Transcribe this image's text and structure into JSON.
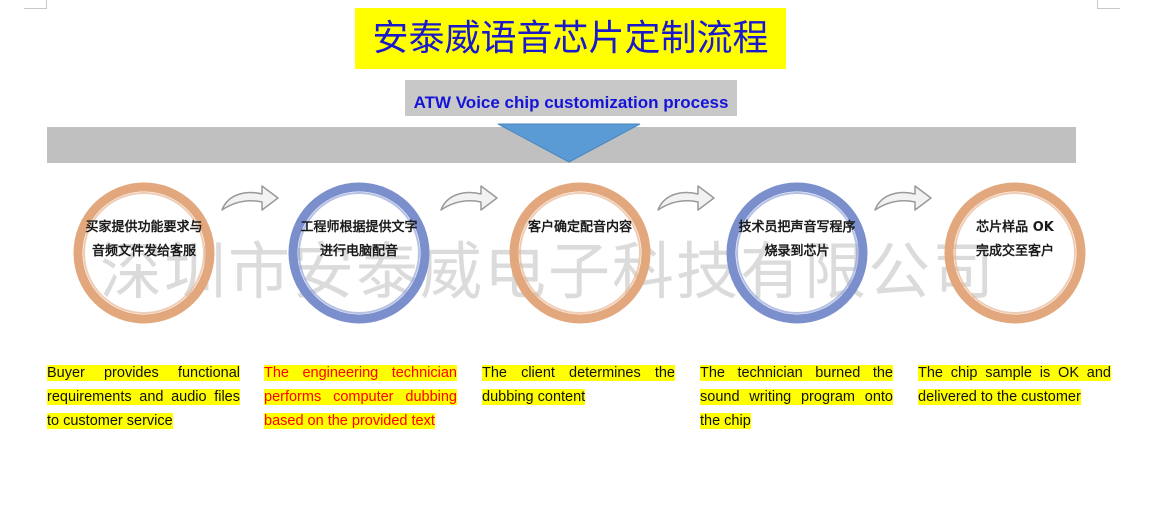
{
  "title_cn": "安泰威语音芯片定制流程",
  "title_en": "ATW Voice chip customization process",
  "watermark": "深圳市安泰威电子科技有限公司",
  "colors": {
    "highlight": "#ffff00",
    "ring_orange": "#e2a77c",
    "ring_blue": "#7b8fcd",
    "bar_gray": "#c0c0c0",
    "arrow_blue": "#5b9bd5",
    "desc_red": "#ff0000"
  },
  "steps": [
    {
      "label": "买家提供功能要求与\n音频文件发给客服",
      "ring": "orange"
    },
    {
      "label": "工程师根据提供文字\n进行电脑配音",
      "ring": "blue"
    },
    {
      "label": "客户确定配音内容",
      "ring": "orange"
    },
    {
      "label": "技术员把声音写程序\n烧录到芯片",
      "ring": "blue"
    },
    {
      "label": "芯片样品 OK\n完成交至客户",
      "ring": "orange"
    }
  ],
  "descriptions": [
    {
      "text": "Buyer provides functional requirements and audio files to customer service",
      "color": "black"
    },
    {
      "text": "The engineering technician performs computer dubbing based on the provided text",
      "color": "red"
    },
    {
      "text": "The client determines the dubbing content ",
      "color": "black"
    },
    {
      "text": "The technician burned the sound writing program onto the chip",
      "color": "black"
    },
    {
      "text": "The chip sample is OK and delivered to the customer",
      "color": "black"
    }
  ],
  "icons": [
    "curved-arrow-icon",
    "down-triangle-icon"
  ]
}
